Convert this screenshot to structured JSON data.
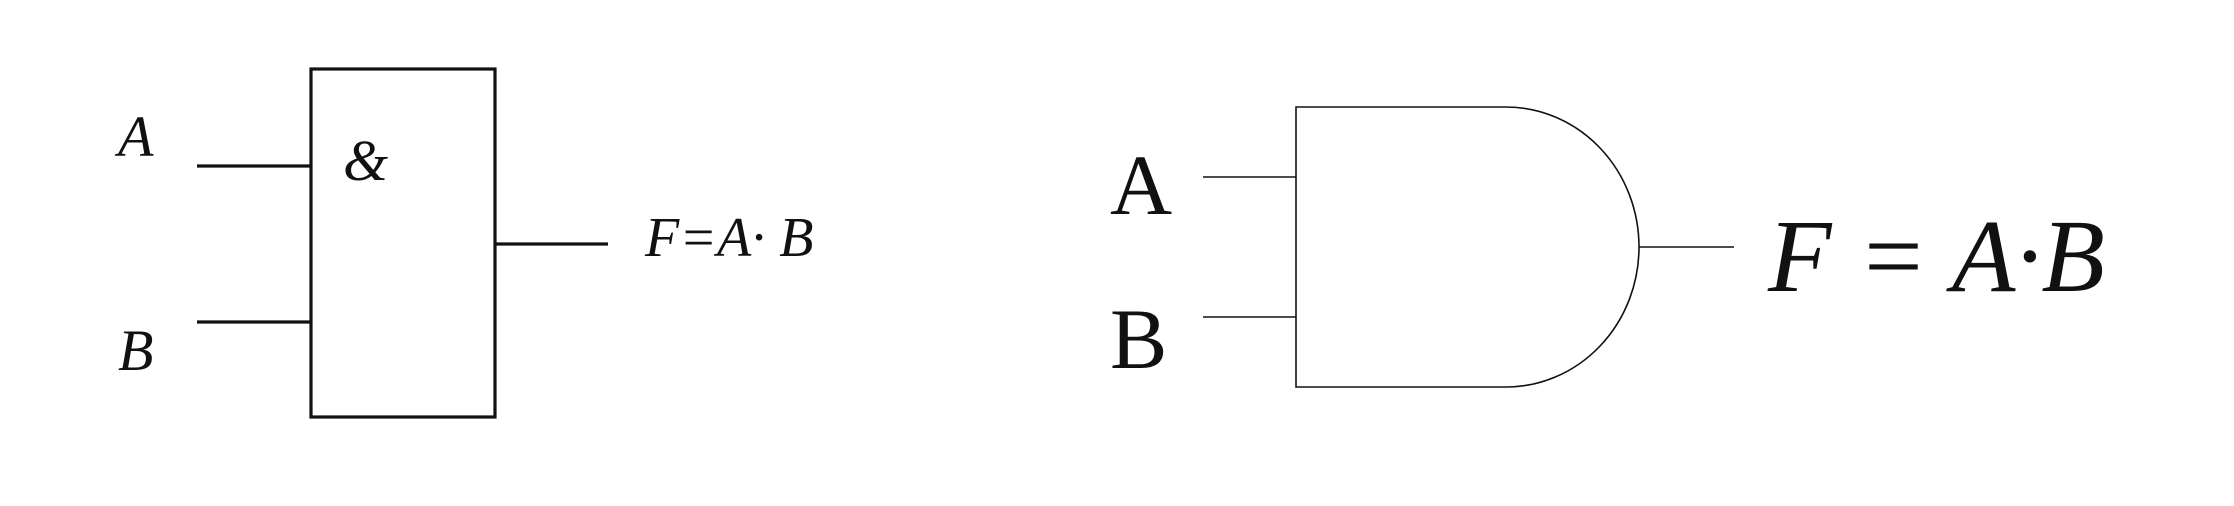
{
  "iec_gate": {
    "input_a_label": "A",
    "input_b_label": "B",
    "symbol": "&",
    "output_expression": "F=A· B"
  },
  "ansi_gate": {
    "input_a_label": "A",
    "input_b_label": "B",
    "output_expression": "F = A·B"
  }
}
